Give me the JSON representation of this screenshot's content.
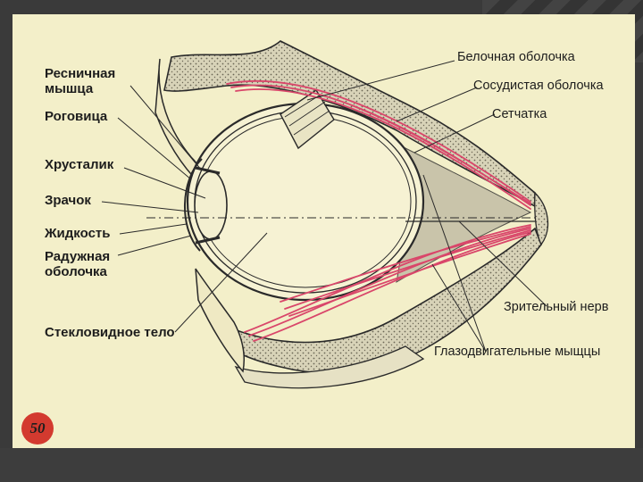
{
  "labels": {
    "ciliary_muscle": "Ресничная\nмышца",
    "cornea": "Роговица",
    "lens": "Хрусталик",
    "pupil": "Зрачок",
    "fluid": "Жидкость",
    "iris": "Радужная\nоболочка",
    "vitreous_body": "Стекловидное тело",
    "sclera": "Белочная оболочка",
    "choroid": "Сосудистая оболочка",
    "retina": "Сетчатка",
    "optic_nerve": "Зрительный нерв",
    "eye_muscles": "Глазодвигательные мыщцы"
  },
  "page_number": "50",
  "colors": {
    "slide_bg": "#f3efc9",
    "muscle": "#d9466a",
    "line": "#2a2a2a",
    "badge": "#d33a2f",
    "outer_bg": "#3a3a3a"
  }
}
